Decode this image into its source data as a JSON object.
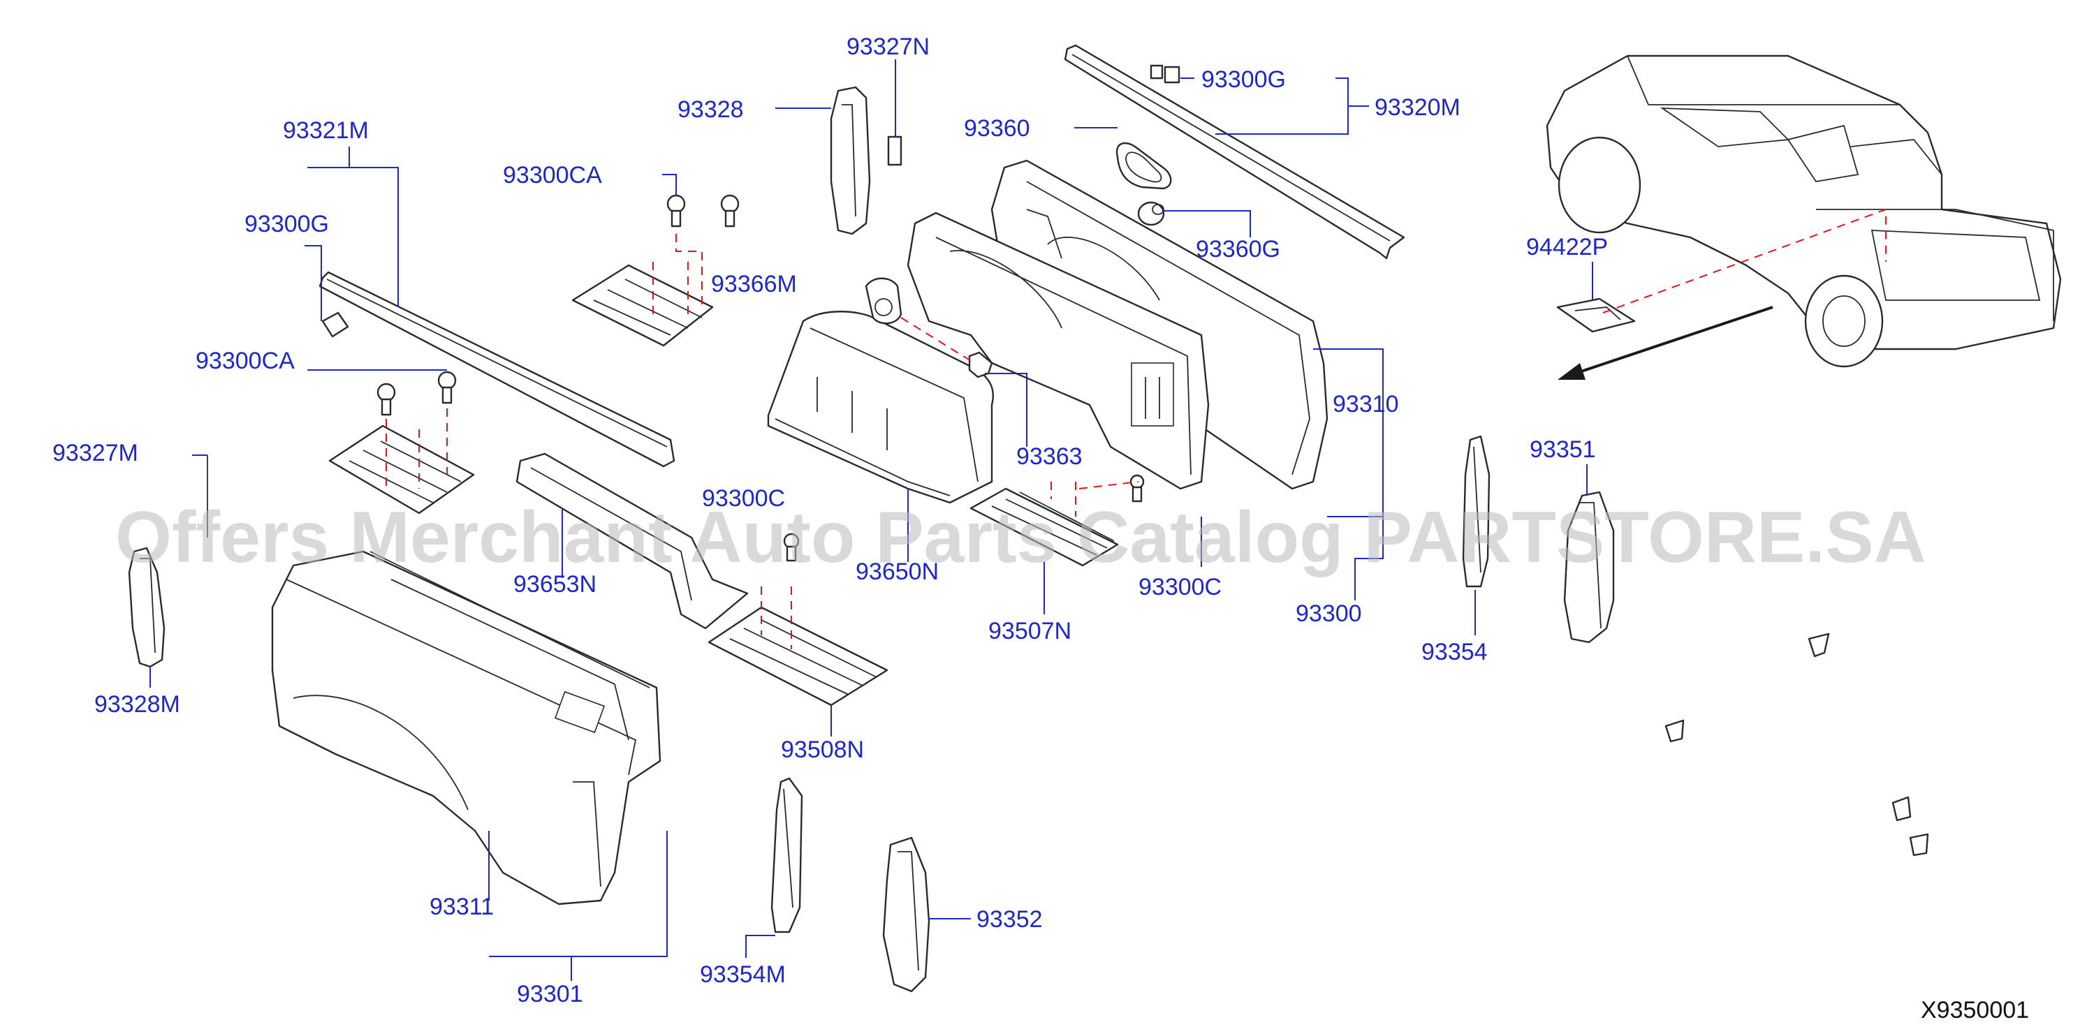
{
  "diagram": {
    "code": "X9350001",
    "watermark": "Offers Merchant Auto Parts Catalog PARTSTORE.SA",
    "labels": {
      "p93327N": "93327N",
      "p93328": "93328",
      "p93300CA_top": "93300CA",
      "p93366M": "93366M",
      "p93360": "93360",
      "p93300G_right": "93300G",
      "p93320M": "93320M",
      "p93360G": "93360G",
      "p93321M": "93321M",
      "p93300G_left": "93300G",
      "p93300CA_left": "93300CA",
      "p93327M": "93327M",
      "p93328M": "93328M",
      "p93653N": "93653N",
      "p93300C_top": "93300C",
      "p93650N": "93650N",
      "p93363": "93363",
      "p93300C_right": "93300C",
      "p93507N": "93507N",
      "p93310": "93310",
      "p93300": "93300",
      "p93508N": "93508N",
      "p93311": "93311",
      "p93301": "93301",
      "p93354M": "93354M",
      "p93352": "93352",
      "p94422P": "94422P",
      "p93351": "93351",
      "p93354": "93354"
    },
    "colors": {
      "label": "#1f27c9",
      "dashed_guide": "#e0141c",
      "line_art": "#2a2a2a",
      "watermark": "#b9b9b9"
    }
  }
}
